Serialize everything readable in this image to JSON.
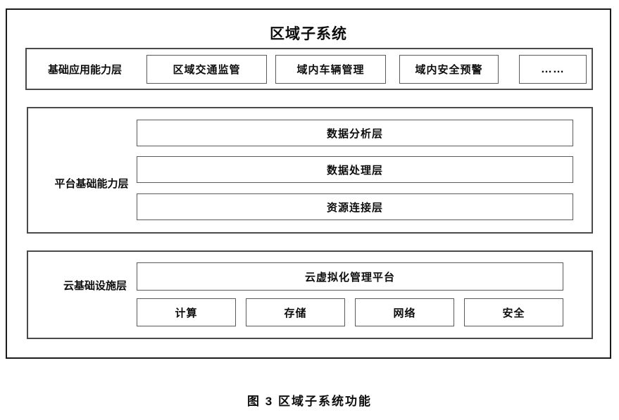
{
  "diagram": {
    "title": "区域子系统",
    "caption": "图 3  区域子系统功能",
    "layers": [
      {
        "label": "基础应用能力层",
        "boxes": [
          "区域交通监管",
          "域内车辆管理",
          "域内安全预警",
          "……"
        ]
      },
      {
        "label": "平台基础能力层",
        "boxes": [
          "数据分析层",
          "数据处理层",
          "资源连接层"
        ]
      },
      {
        "label": "云基础设施层",
        "platform_box": "云虚拟化管理平台",
        "boxes": [
          "计算",
          "存储",
          "网络",
          "安全"
        ]
      }
    ]
  }
}
